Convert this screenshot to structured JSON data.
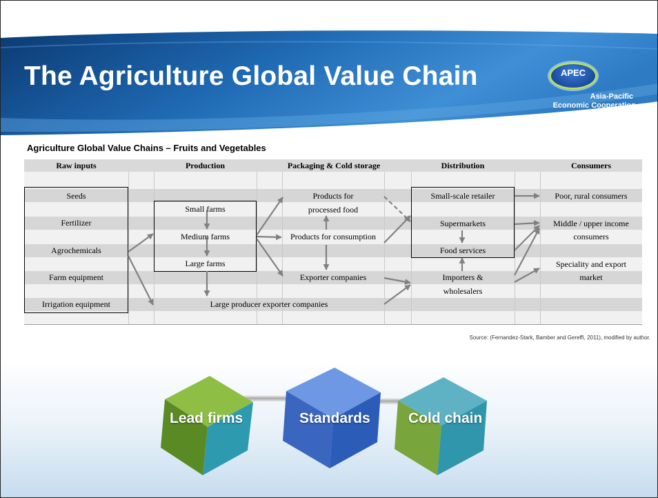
{
  "slide": {
    "title": "The Agriculture Global Value Chain",
    "logo": {
      "acronym": "APEC",
      "line1": "Asia-Pacific",
      "line2": "Economic Cooperation"
    }
  },
  "diagram": {
    "title": "Agriculture Global Value Chains – Fruits and Vegetables",
    "columns": [
      "Raw inputs",
      "Production",
      "Packaging & Cold storage",
      "Distribution",
      "Consumers"
    ],
    "raw_inputs": [
      "Seeds",
      "Fertilizer",
      "Agrochemicals",
      "Farm equipment",
      "Irrigation equipment"
    ],
    "production": [
      "Small farms",
      "Medium farms",
      "Large farms"
    ],
    "large_exporters": "Large producer exporter companies",
    "packaging": {
      "processed_line1": "Products for",
      "processed_line2": "processed food",
      "consumption": "Products for consumption",
      "exporters": "Exporter companies"
    },
    "distribution": {
      "small_retailer": "Small-scale retailer",
      "supermarkets": "Supermarkets",
      "food_services": "Food services",
      "importers_line1": "Importers &",
      "importers_line2": "wholesalers"
    },
    "consumers": {
      "poor": "Poor, rural consumers",
      "middle_line1": "Middle / upper income",
      "middle_line2": "consumers",
      "speciality_line1": "Speciality and export",
      "speciality_line2": "market"
    },
    "source": "Source: (Fernandez-Stark, Bamber and Gereffi, 2011), modified by author."
  },
  "cubes": [
    "Lead firms",
    "Standards",
    "Cold chain"
  ],
  "colors": {
    "banner_dark": "#0b3a72",
    "banner_light": "#3f8fd6",
    "cube_green": "#6c9a2c",
    "cube_blue": "#3f6fc6",
    "cube_teal": "#2a9ab0"
  }
}
